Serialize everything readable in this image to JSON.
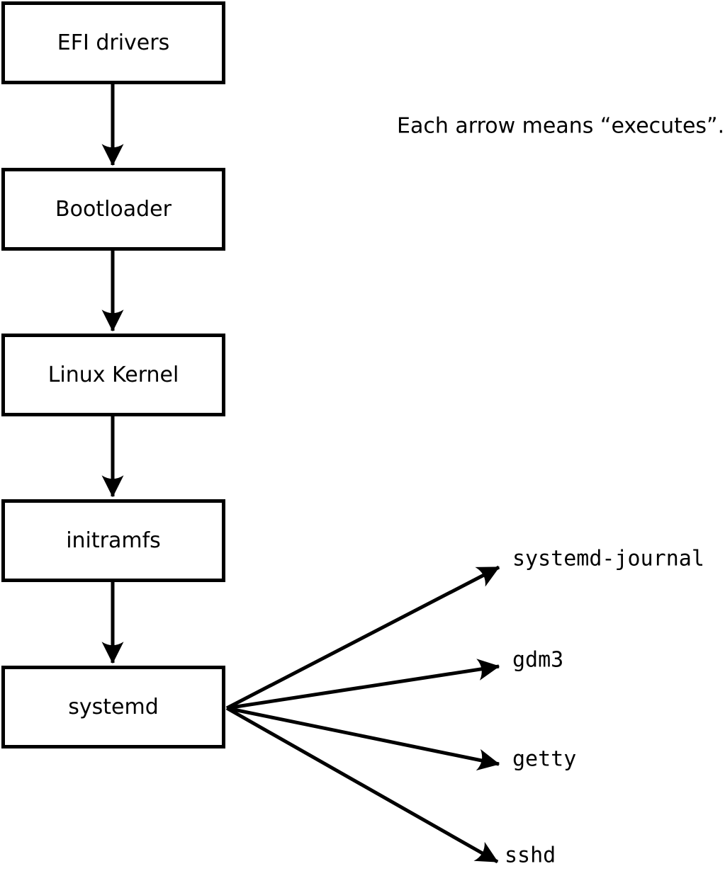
{
  "diagram": {
    "caption": "Each arrow means “executes”.",
    "nodes": [
      {
        "label": "EFI drivers"
      },
      {
        "label": "Bootloader"
      },
      {
        "label": "Linux Kernel"
      },
      {
        "label": "initramfs"
      },
      {
        "label": "systemd"
      }
    ],
    "spawned_processes": [
      {
        "label": "systemd-journal"
      },
      {
        "label": "gdm3"
      },
      {
        "label": "getty"
      },
      {
        "label": "sshd"
      }
    ]
  },
  "colors": {
    "foreground": "#000000",
    "background": "#ffffff",
    "box_fill": "#ffffff"
  }
}
